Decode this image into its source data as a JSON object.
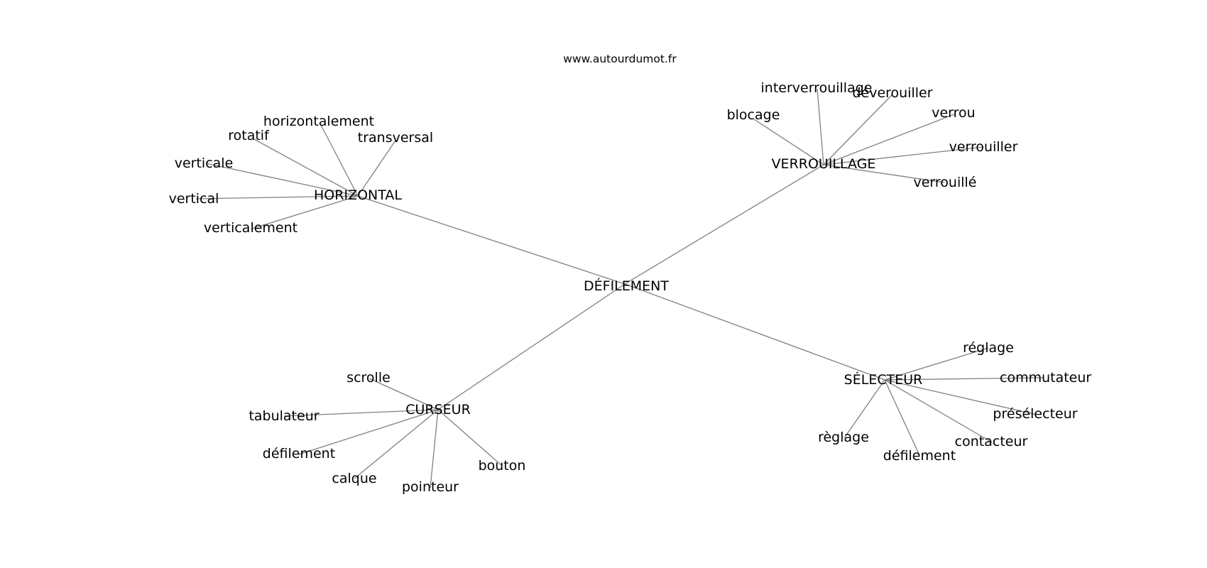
{
  "source": "www.autourdumot.fr",
  "center": "DÉFILEMENT",
  "hubs": {
    "horizontal": {
      "label": "HORIZONTAL",
      "words": [
        "horizontalement",
        "rotatif",
        "transversal",
        "verticale",
        "vertical",
        "verticalement"
      ]
    },
    "verrouillage": {
      "label": "VERROUILLAGE",
      "words": [
        "interverrouillage",
        "déverouiller",
        "blocage",
        "verrou",
        "verrouiller",
        "verrouillé"
      ]
    },
    "curseur": {
      "label": "CURSEUR",
      "words": [
        "scrolle",
        "tabulateur",
        "défilement",
        "calque",
        "pointeur",
        "bouton"
      ]
    },
    "selecteur": {
      "label": "SÉLECTEUR",
      "words": [
        "réglage",
        "commutateur",
        "présélecteur",
        "contacteur",
        "règlage",
        "défilement"
      ]
    }
  }
}
